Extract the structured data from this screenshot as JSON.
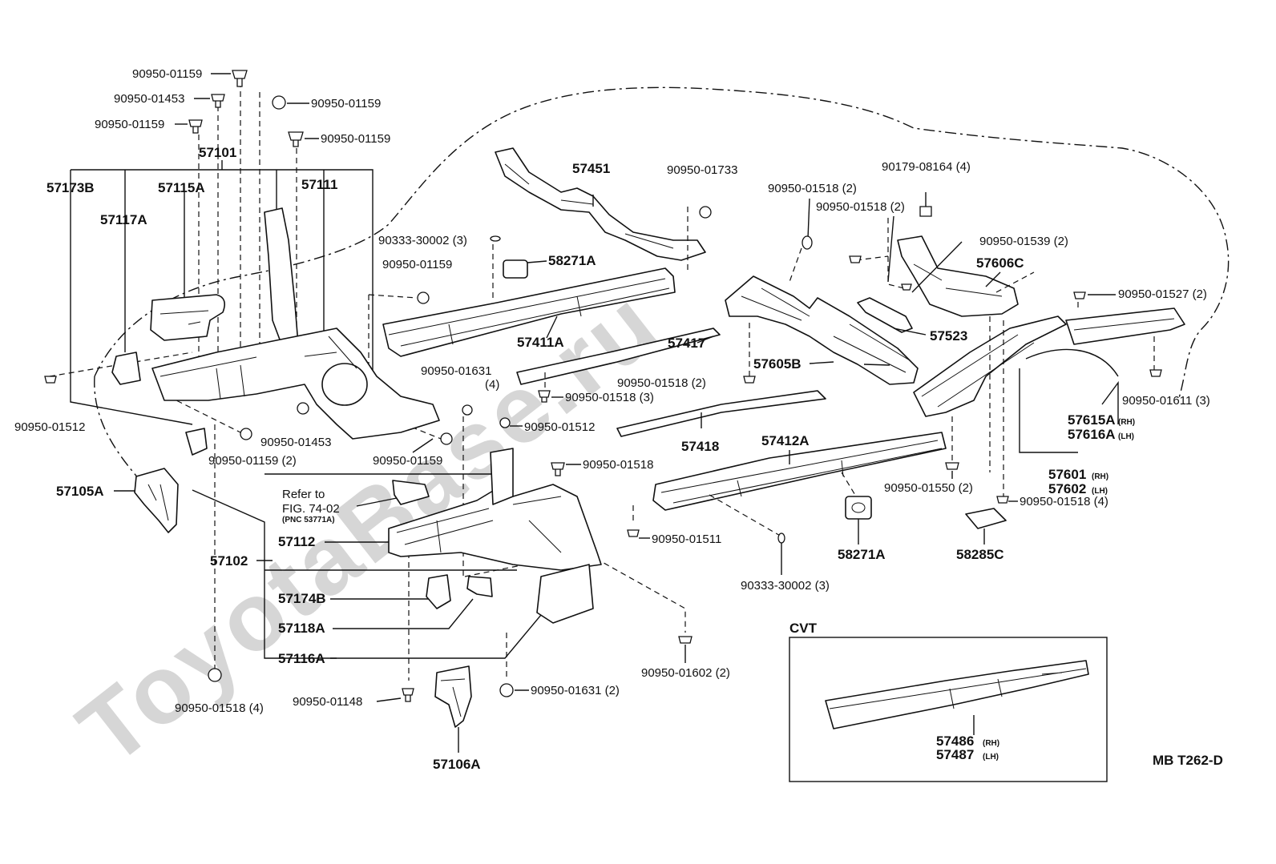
{
  "watermark": "ToyotaBase.ru",
  "diagram_code": "MB T262-D",
  "cvt": {
    "title": "CVT",
    "label_rh": "57486",
    "label_rh_suffix": "(RH)",
    "label_lh": "57487",
    "label_lh_suffix": "(LH)"
  },
  "refer": {
    "line1": "Refer to",
    "line2": "FIG. 74-02",
    "line3": "(PNC 53771A)"
  },
  "labels": {
    "l01": "90950-01159",
    "l02": "90950-01453",
    "l03": "90950-01159",
    "l04": "90950-01159",
    "l05": "90950-01159",
    "l06": "57101",
    "l07": "57173B",
    "l08": "57115A",
    "l09": "57111",
    "l10": "57117A",
    "l11": "90950-01512",
    "l12": "90950-01159 (2)",
    "l13": "90950-01453",
    "l14": "90950-01159",
    "l15": "57105A",
    "l16": "57451",
    "l17": "90950-01733",
    "l18": "90333-30002 (3)",
    "l19": "90950-01159",
    "l20": "58271A",
    "l21": "57411A",
    "l22": "90950-01631",
    "l23": "(4)",
    "l24": "57417",
    "l25": "90950-01518 (3)",
    "l26": "90950-01512",
    "l27": "90950-01518",
    "l28": "57112",
    "l29": "57102",
    "l30": "57174B",
    "l31": "57118A",
    "l32": "57116A",
    "l33": "90950-01148",
    "l34": "90950-01518 (4)",
    "l35": "90950-01631 (2)",
    "l36": "57106A",
    "l37": "90950-01602 (2)",
    "l38": "57418",
    "l39": "90950-01518 (2)",
    "l40": "57605B",
    "l41": "90950-01518 (2)",
    "l42": "90950-01518 (2)",
    "l43": "90179-08164 (4)",
    "l44": "90950-01539 (2)",
    "l45": "57606C",
    "l46": "57523",
    "l47": "90950-01527 (2)",
    "l48": "57412A",
    "l49": "90950-01511",
    "l50": "90333-30002 (3)",
    "l51": "58271A",
    "l52": "90950-01550 (2)",
    "l53": "90950-01518 (4)",
    "l54": "58285C",
    "l55": "90950-01611 (3)",
    "l56": "57615A",
    "l56s": "(RH)",
    "l57": "57616A",
    "l57s": "(LH)",
    "l58": "57601",
    "l58s": "(RH)",
    "l59": "57602",
    "l59s": "(LH)"
  }
}
